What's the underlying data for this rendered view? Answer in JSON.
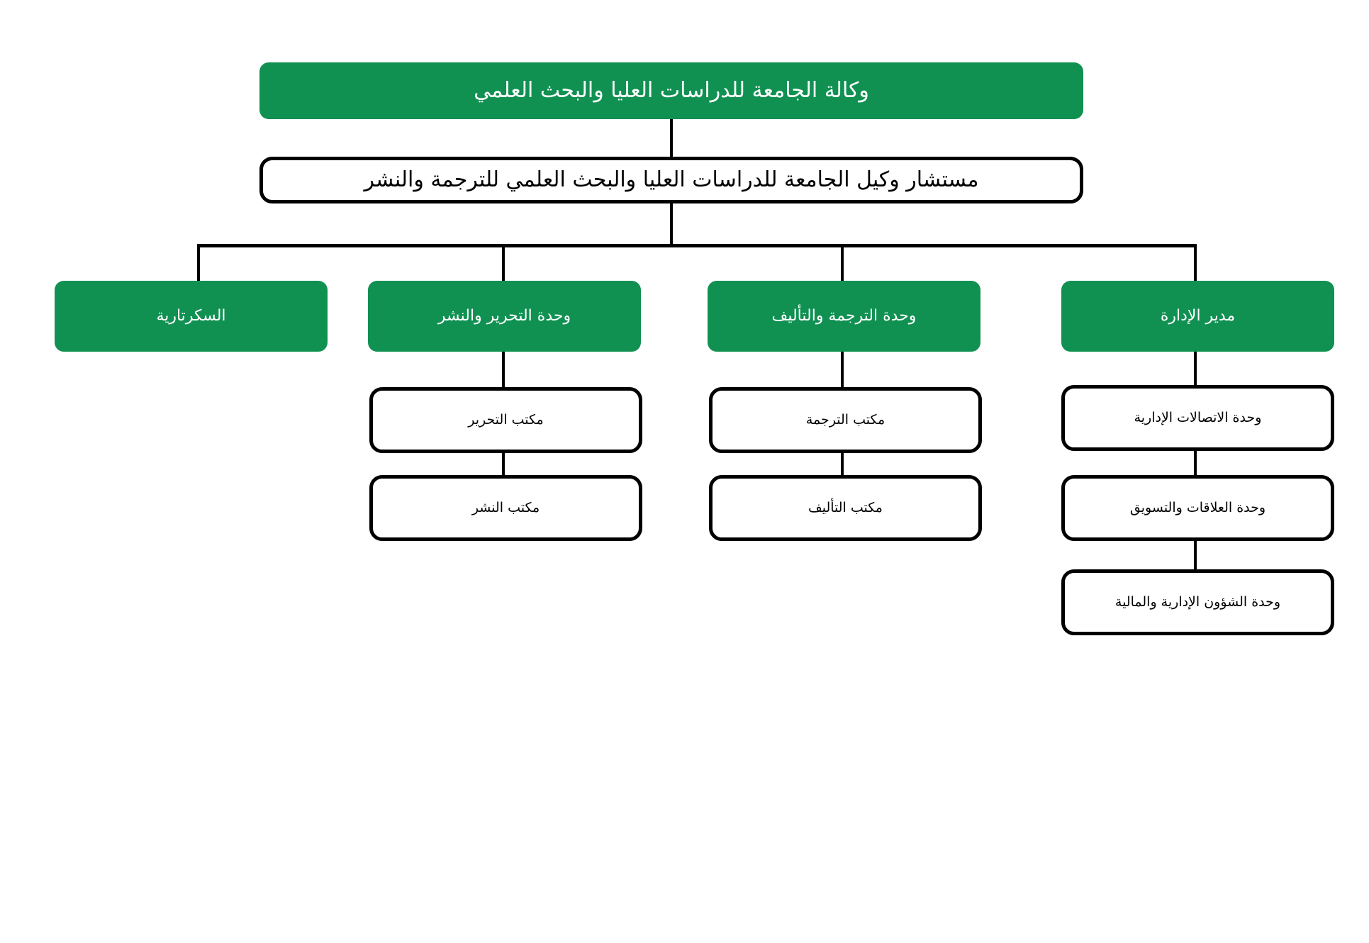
{
  "chart": {
    "type": "org-chart",
    "direction": "rtl",
    "language": "ar",
    "colors": {
      "green": "#109152",
      "white": "#ffffff",
      "line": "#000000",
      "green_text": "#ffffff",
      "white_text": "#000000"
    },
    "root": {
      "label": "وكالة الجامعة للدراسات العليا والبحث العلمي",
      "style": "green"
    },
    "second": {
      "label": "مستشار وكيل الجامعة للدراسات العليا والبحث العلمي للترجمة والنشر",
      "style": "white"
    },
    "branches": [
      {
        "label": "مدير الإدارة",
        "style": "green",
        "children": [
          {
            "label": "وحدة الاتصالات الإدارية",
            "style": "white"
          },
          {
            "label": "وحدة العلاقات والتسويق",
            "style": "white"
          },
          {
            "label": "وحدة الشؤون الإدارية والمالية",
            "style": "white"
          }
        ]
      },
      {
        "label": "وحدة الترجمة والتأليف",
        "style": "green",
        "children": [
          {
            "label": "مكتب الترجمة",
            "style": "white"
          },
          {
            "label": "مكتب التأليف",
            "style": "white"
          }
        ]
      },
      {
        "label": "وحدة التحرير والنشر",
        "style": "green",
        "children": [
          {
            "label": "مكتب التحرير",
            "style": "white"
          },
          {
            "label": "مكتب النشر",
            "style": "white"
          }
        ]
      },
      {
        "label": "السكرتارية",
        "style": "green",
        "children": []
      }
    ]
  }
}
